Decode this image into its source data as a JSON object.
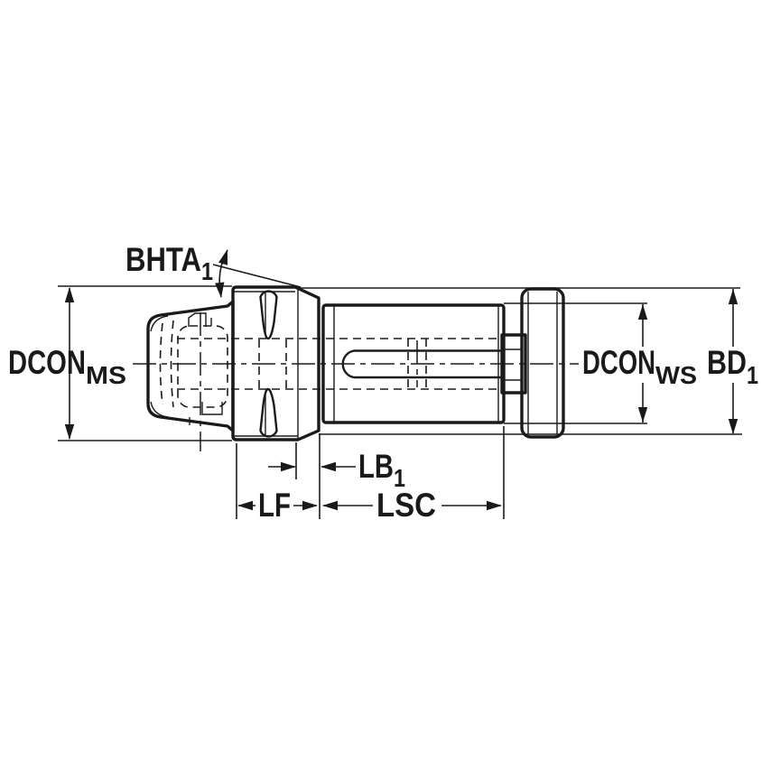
{
  "labels": {
    "angle": {
      "base": "BHTA",
      "sub": "1"
    },
    "dcon_ms": {
      "base": "DCON",
      "sub": "MS"
    },
    "dcon_ws": {
      "base": "DCON",
      "sub": "WS"
    },
    "bd1": {
      "base": "BD",
      "sub": "1"
    },
    "lb1": {
      "base": "LB",
      "sub": "1"
    },
    "lf": {
      "base": "LF"
    },
    "lsc": {
      "base": "LSC"
    }
  },
  "colors": {
    "body_fill": "#b9c8d4",
    "line": "#1a1a1a",
    "background": "#ffffff"
  }
}
